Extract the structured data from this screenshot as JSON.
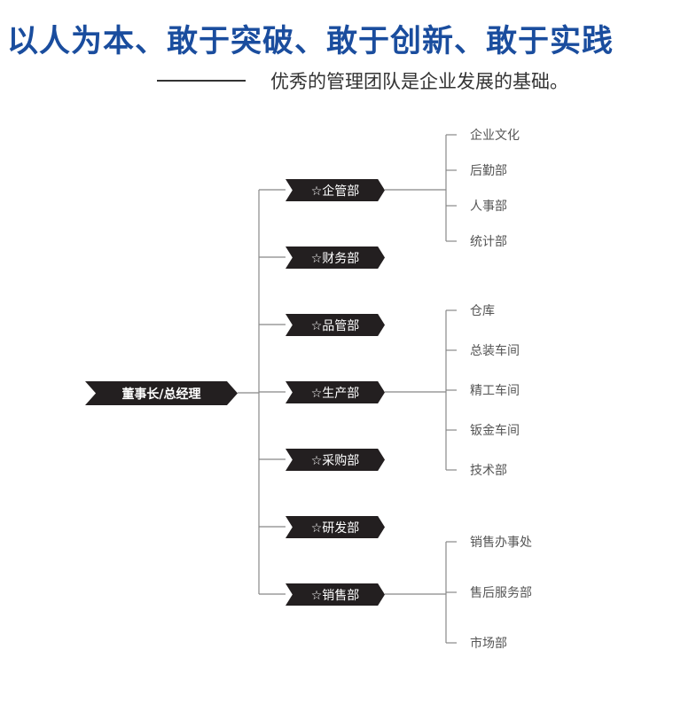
{
  "header": {
    "title": "以人为本、敢于突破、敢于创新、敢于实践",
    "subtitle": "优秀的管理团队是企业发展的基础。"
  },
  "root": {
    "label": "董事长/总经理"
  },
  "departments": [
    {
      "label": "☆企管部",
      "children": [
        "企业文化",
        "后勤部",
        "人事部",
        "统计部"
      ]
    },
    {
      "label": "☆财务部",
      "children": []
    },
    {
      "label": "☆品管部",
      "children": []
    },
    {
      "label": "☆生产部",
      "children": [
        "仓库",
        "总装车间",
        "精工车间",
        "钣金车间",
        "技术部"
      ]
    },
    {
      "label": "☆采购部",
      "children": []
    },
    {
      "label": "☆研发部",
      "children": []
    },
    {
      "label": "☆销售部",
      "children": [
        "销售办事处",
        "售后服务部",
        "市场部"
      ]
    }
  ]
}
